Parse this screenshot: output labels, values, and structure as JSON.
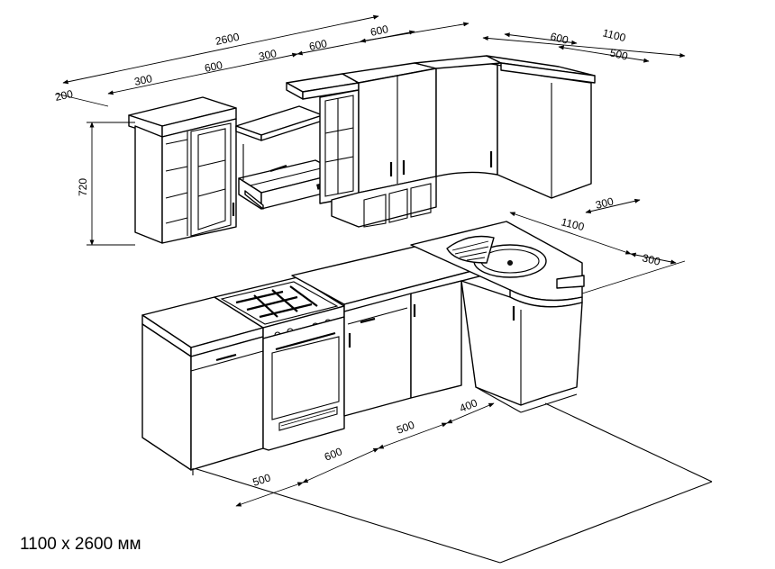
{
  "caption": "1100 x 2600 мм",
  "dimensions": {
    "top_total": "2600",
    "top_depth": "200",
    "top_300a": "300",
    "top_600a": "600",
    "top_300b": "300",
    "top_600b": "600",
    "top_600c": "600",
    "right_total": "1100",
    "right_600": "600",
    "right_500": "500",
    "upper_depth": "300",
    "upper_height": "720",
    "counter_1100": "1100",
    "counter_300": "300",
    "base_500a": "500",
    "base_600": "600",
    "base_500b": "500",
    "base_400": "400"
  }
}
